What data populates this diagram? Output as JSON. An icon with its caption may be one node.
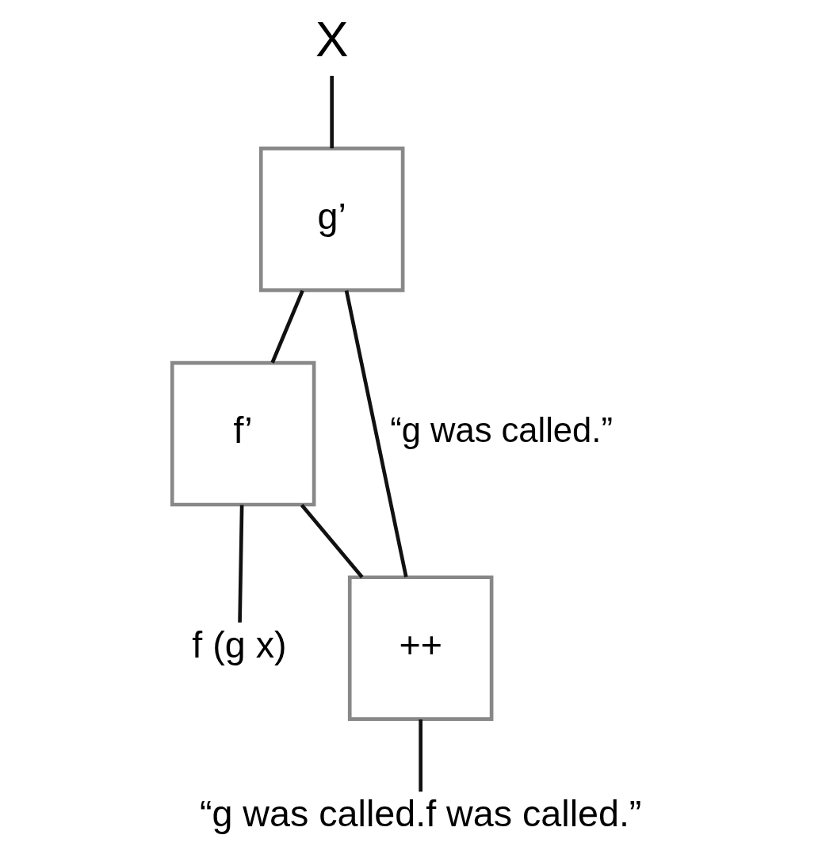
{
  "diagram": {
    "nodes": [
      {
        "text": [
          "X"
        ]
      },
      {
        "text": [
          "g’"
        ]
      },
      {
        "text": [
          "f’"
        ]
      },
      {
        "text": [
          "++"
        ]
      },
      {
        "text": [
          "f (g x)"
        ]
      },
      {
        "text": [
          "“g was called.f was called.”"
        ]
      }
    ],
    "edges": [
      {
        "from": 0,
        "to": 1,
        "arrow": "none"
      },
      {
        "from": 1,
        "to": 2,
        "arrow": "none"
      },
      {
        "from": 1,
        "to": 3,
        "arrow": "none",
        "label": "“g was called.”"
      },
      {
        "from": 2,
        "to": 3,
        "arrow": "none"
      },
      {
        "from": 2,
        "to": 4,
        "arrow": "none"
      },
      {
        "from": 3,
        "to": 5,
        "arrow": "none"
      }
    ]
  }
}
